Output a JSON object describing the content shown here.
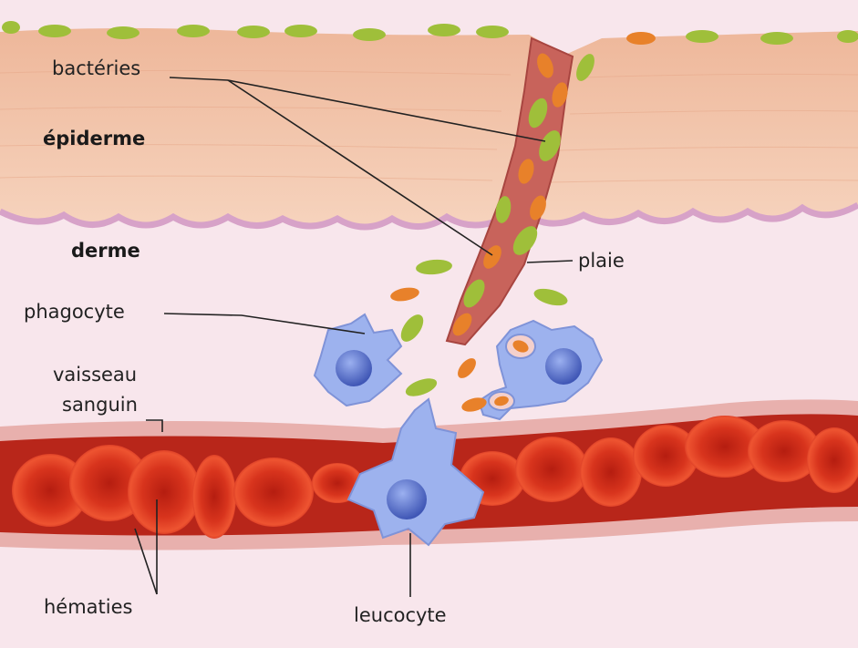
{
  "labels": {
    "bacteries": "bactéries",
    "epiderme": "épiderme",
    "derme": "derme",
    "phagocyte": "phagocyte",
    "vaisseau_line1": "vaisseau",
    "vaisseau_line2": "sanguin",
    "hematies": "hématies",
    "plaie": "plaie",
    "leucocyte": "leucocyte"
  },
  "colors": {
    "epidermis": "#f3c6a6",
    "dermis": "#f8e4ea",
    "basement_membrane": "#d9a6c9",
    "wound": "#c9615a",
    "bacteria_green": "#9fbf3a",
    "bacteria_orange": "#e8812a",
    "phagocyte": "#8fa7e6",
    "phagocyte_nucleus": "#4e66c4",
    "vessel_wall": "#e9b3b0",
    "blood": "#c8261a",
    "red_cell": "#e0391f"
  }
}
